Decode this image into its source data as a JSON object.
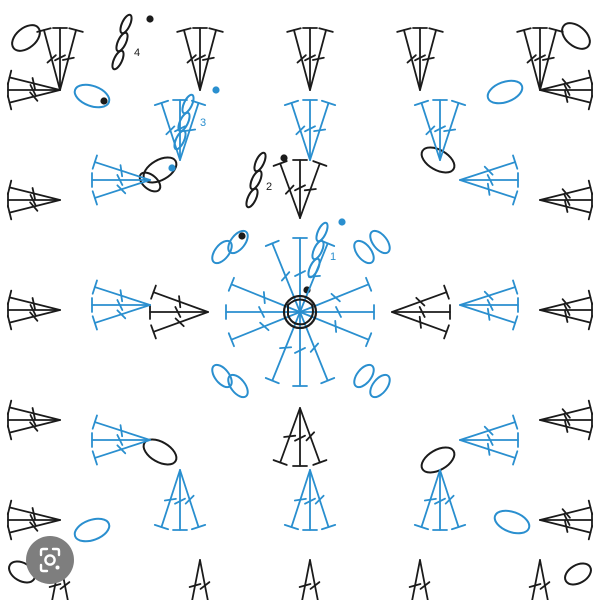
{
  "diagram": {
    "type": "crochet-granny-square-chart",
    "colors": {
      "black_rounds": "#1b1b1b",
      "blue_rounds": "#2a8fcf",
      "background": "#ffffff",
      "lens_badge": "#7e7e7e"
    },
    "round_labels": [
      {
        "text": "1",
        "color": "#2a8fcf"
      },
      {
        "text": "2",
        "color": "#1b1b1b"
      },
      {
        "text": "3",
        "color": "#2a8fcf"
      },
      {
        "text": "4",
        "color": "#1b1b1b"
      }
    ],
    "legend_symbols": [
      "double-crochet",
      "chain-stitch",
      "slip-stitch",
      "magic-ring"
    ]
  },
  "overlay": {
    "icon": "google-lens-icon"
  }
}
